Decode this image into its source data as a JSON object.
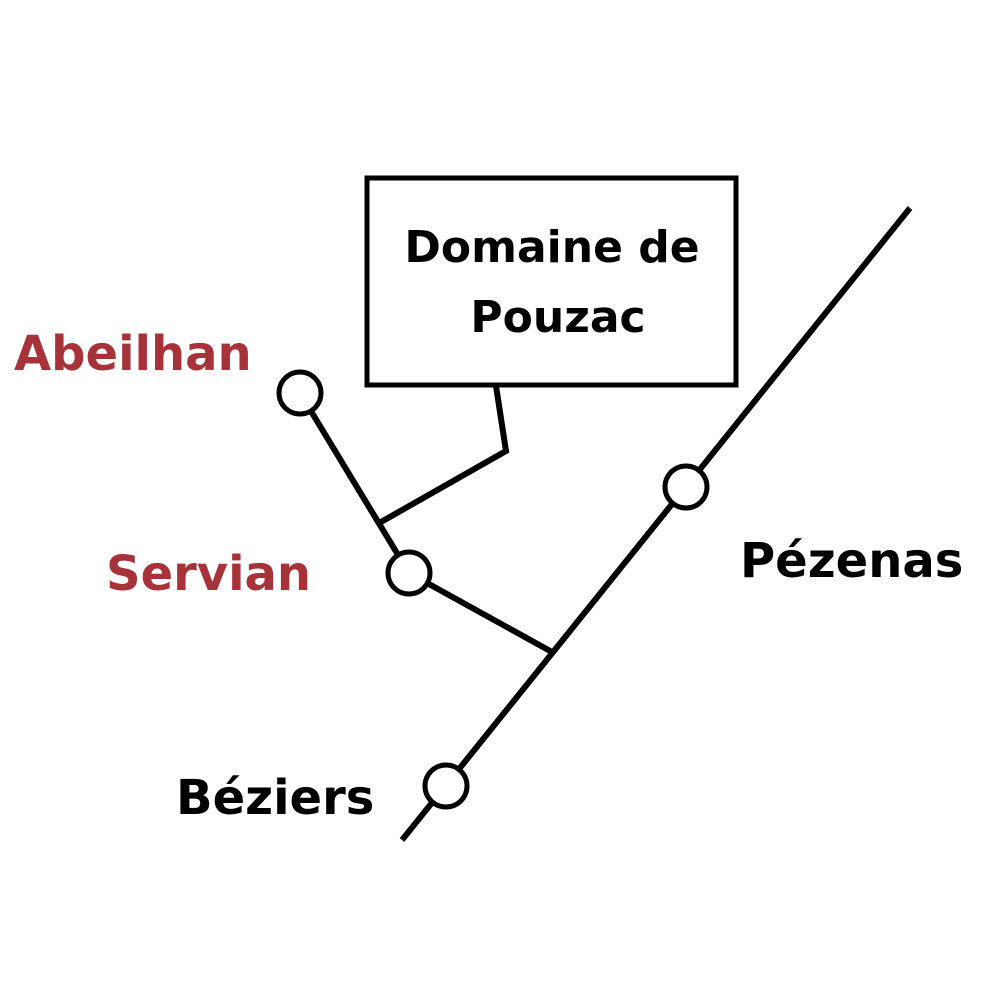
{
  "colors": {
    "line": "#000000",
    "station_fill": "#ffffff",
    "highlight_label": "#a83239",
    "normal_label": "#000000",
    "background": "#ffffff"
  },
  "destination_box": {
    "line1": "Domaine de",
    "line2": "Pouzac"
  },
  "stations": {
    "abeilhan": {
      "label": "Abeilhan",
      "highlighted": true
    },
    "servian": {
      "label": "Servian",
      "highlighted": true
    },
    "pezenas": {
      "label": "Pézenas",
      "highlighted": false
    },
    "beziers": {
      "label": "Béziers",
      "highlighted": false
    }
  }
}
